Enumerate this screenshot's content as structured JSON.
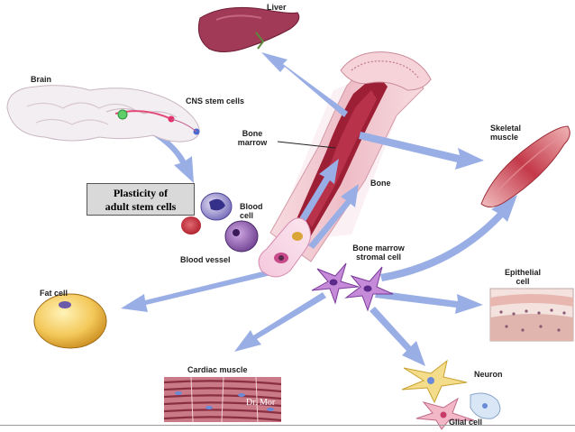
{
  "labels": {
    "liver": "Liver",
    "brain": "Brain",
    "cns_stem_cells": "CNS stem cells",
    "bone_marrow": [
      "Bone",
      "marrow"
    ],
    "bone": "Bone",
    "skeletal_muscle": [
      "Skeletal",
      "muscle"
    ],
    "blood_cell": [
      "Blood",
      "cell"
    ],
    "blood_vessel": "Blood vessel",
    "bone_marrow_stromal_cell": [
      "Bone marrow",
      "stromal cell"
    ],
    "fat_cell": "Fat cell",
    "epithelial_cell": [
      "Epithelial",
      "cell"
    ],
    "cardiac_muscle": "Cardiac muscle",
    "neuron": "Neuron",
    "glial_cell": "Glial cell"
  },
  "callout": [
    "Plasticity of",
    "adult stem cells"
  ],
  "watermark": "Dr. Mor",
  "colors": {
    "arrow": "#9aaee6",
    "bone": "#f1c9cf",
    "marrow": "#9c1f35",
    "liver": "#a03a56",
    "muscle": "#c9404a",
    "fat": "#f1c24a",
    "cardiac": "#a3505f"
  }
}
